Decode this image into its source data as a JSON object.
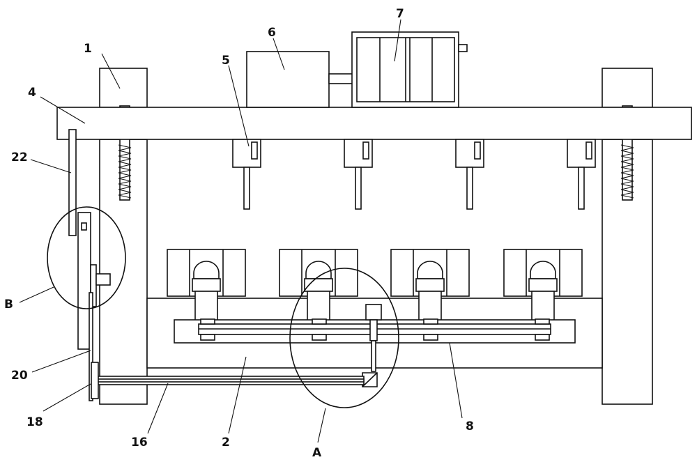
{
  "diagram": {
    "labels": {
      "l1": "1",
      "l2": "2",
      "l4": "4",
      "l5": "5",
      "l6": "6",
      "l7": "7",
      "l8": "8",
      "l16": "16",
      "l18": "18",
      "l20": "20",
      "l22": "22",
      "lA": "A",
      "lB": "B"
    }
  }
}
